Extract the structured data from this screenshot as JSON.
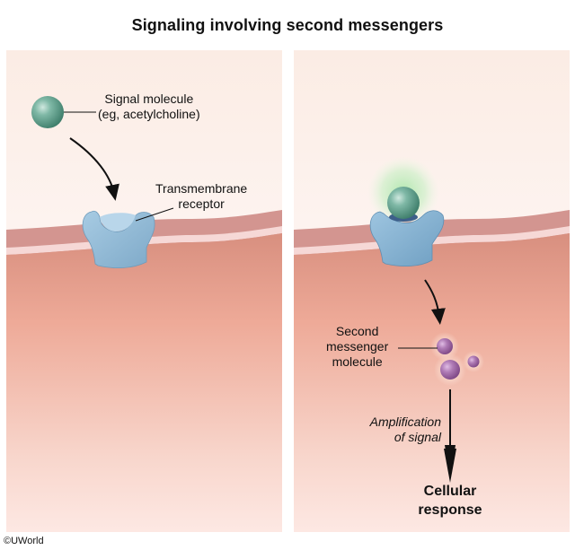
{
  "title": "Signaling involving second messengers",
  "colors": {
    "background_top": "#fbeee8",
    "cytoplasm": "#e9a895",
    "membrane": "#d89a92",
    "receptor": "#8fb8d6",
    "signal_molecule": "#5f9e8a",
    "second_messenger": "#a46aa8",
    "activation_glow": "#bfe8c0"
  },
  "panels": [
    {
      "name": "before-binding",
      "labels": {
        "signal_molecule": [
          "Signal molecule",
          "(eg, acetylcholine)"
        ],
        "receptor": [
          "Transmembrane",
          "receptor"
        ]
      }
    },
    {
      "name": "after-binding",
      "labels": {
        "second_messenger": [
          "Second",
          "messenger",
          "molecule"
        ],
        "amplification": [
          "Amplification",
          "of signal"
        ],
        "response": [
          "Cellular",
          "response"
        ]
      }
    }
  ],
  "credit": "©UWorld"
}
